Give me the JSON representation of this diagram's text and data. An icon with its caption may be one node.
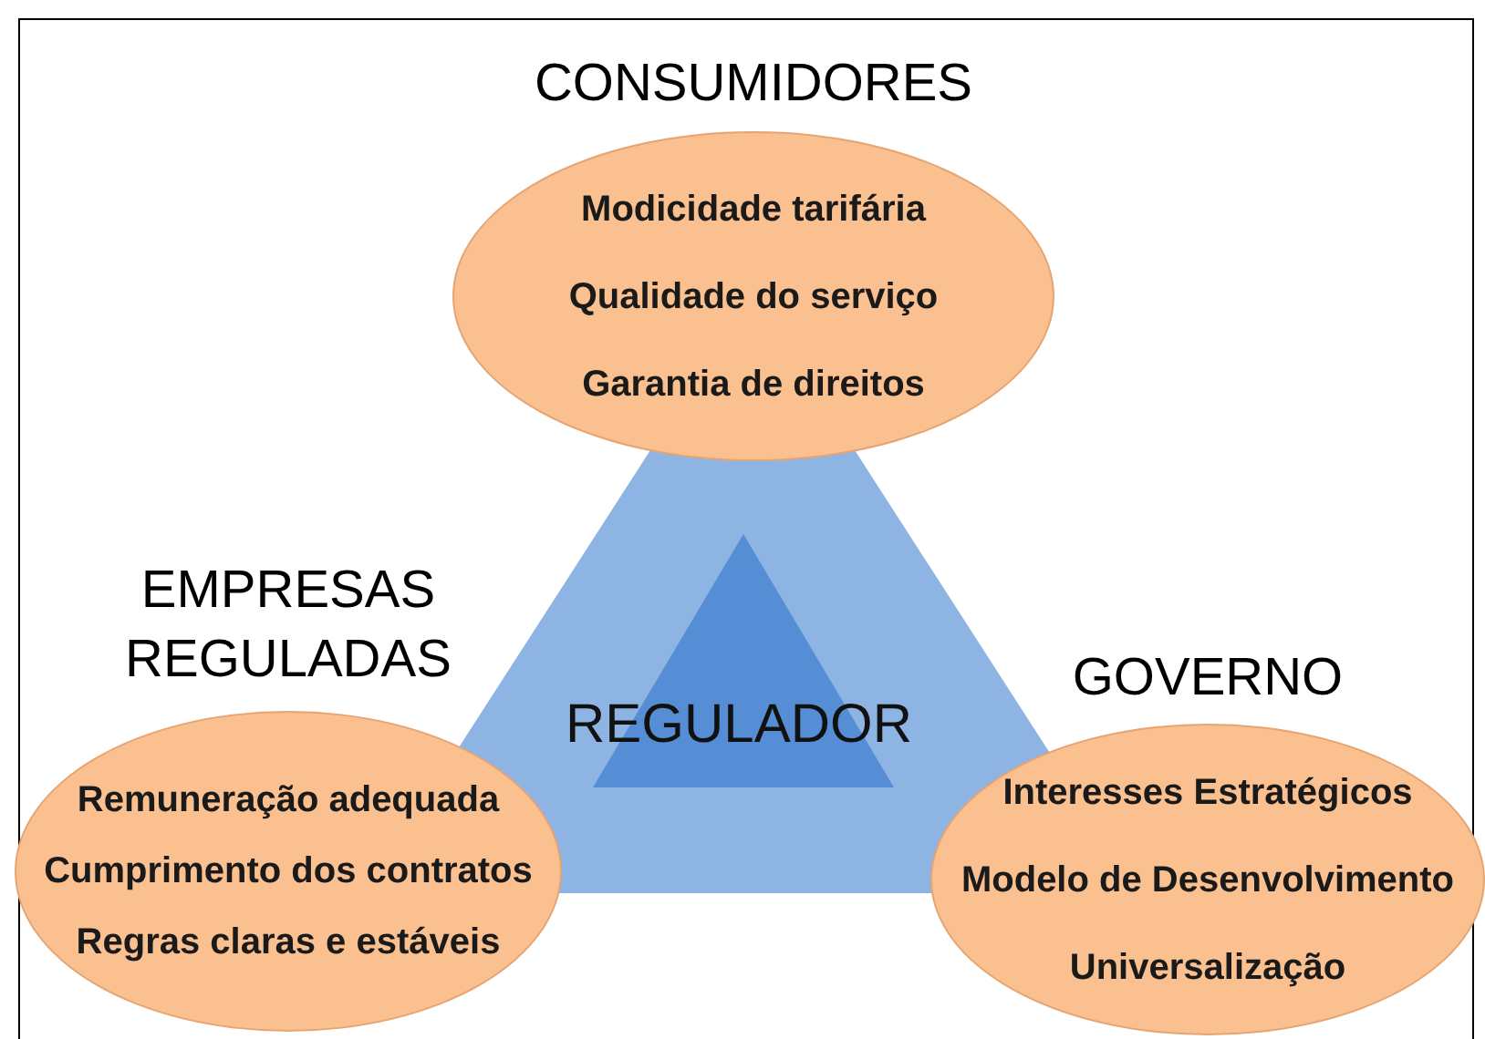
{
  "diagram": {
    "nodes": [
      {
        "text": [
          "CONSUMIDORES",
          "Modicidade tarifária",
          "Qualidade do serviço",
          "Garantia de direitos"
        ]
      },
      {
        "text": [],
        "shape": "triangle"
      },
      {
        "text": [
          "REGULADOR"
        ],
        "in": 1
      },
      {
        "text": [
          "EMPRESAS REGULADAS",
          "Remuneração adequada",
          "Cumprimento dos contratos",
          "Regras claras e estáveis"
        ]
      },
      {
        "text": [
          "GOVERNO",
          "Interesses Estratégicos",
          "Modelo de Desenvolvimento",
          "Universalização"
        ]
      }
    ]
  }
}
